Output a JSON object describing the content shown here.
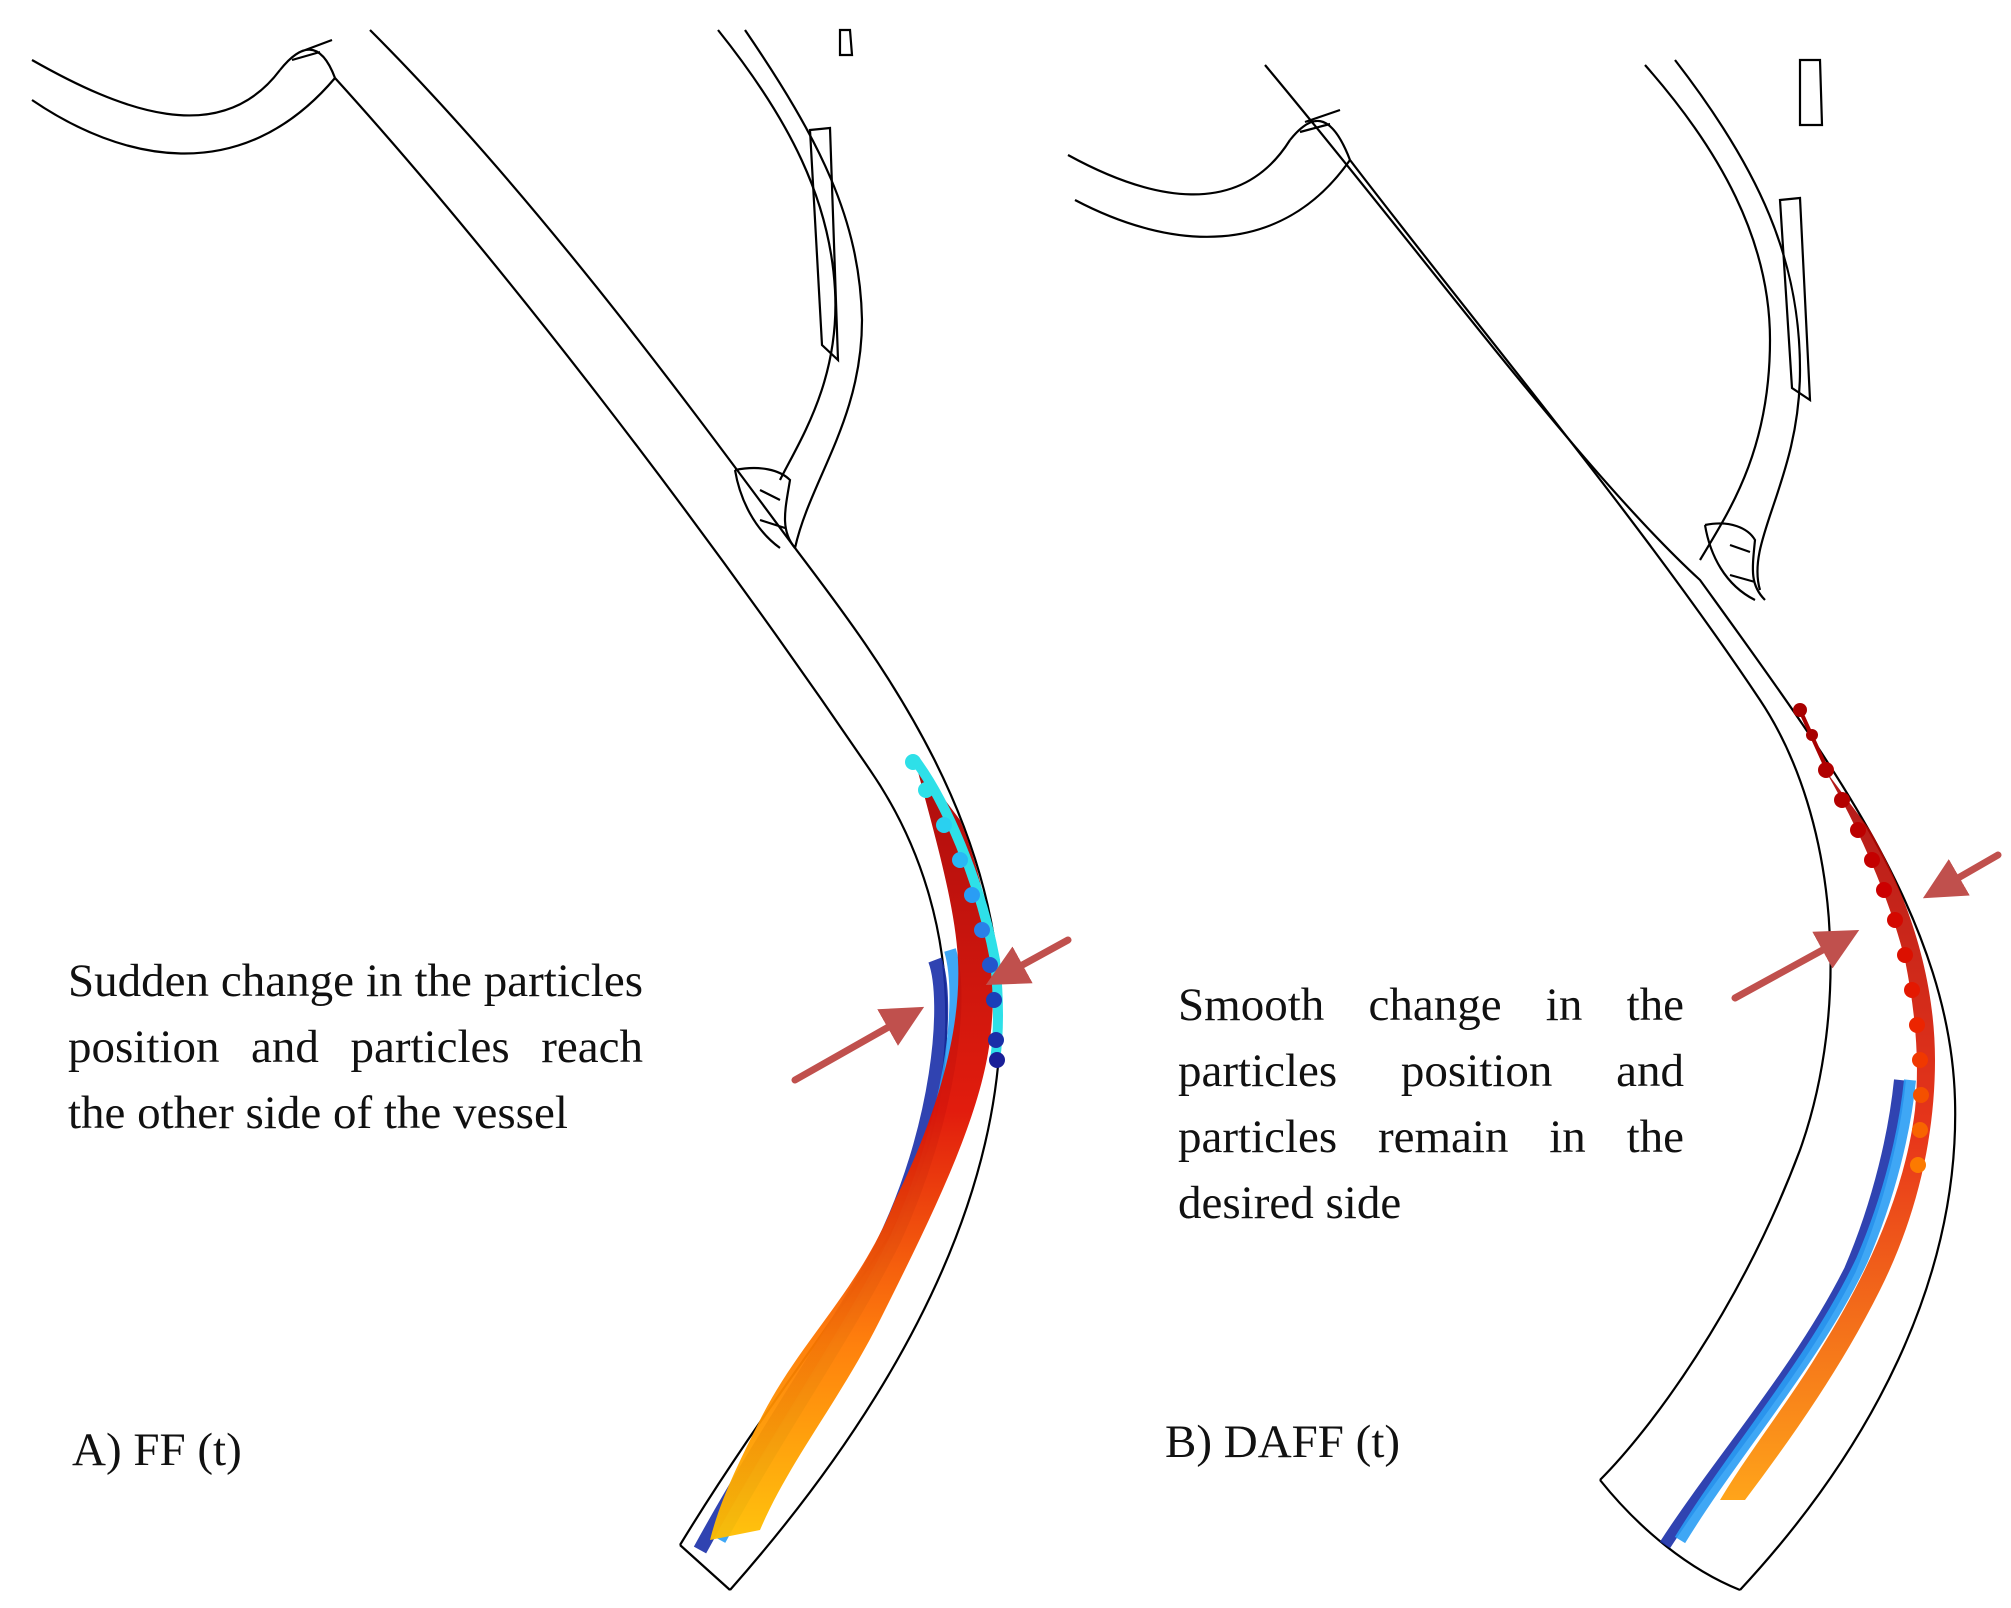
{
  "panels": [
    {
      "label": "A) FF (t)",
      "caption": "Sudden change in the particles position and particles reach the other side of the vessel"
    },
    {
      "label": "B) DAFF (t)",
      "caption": "Smooth change in the particles position and particles remain in the desired side"
    }
  ],
  "colors": {
    "vessel_outline": "#000000",
    "arrow": "#c0504d",
    "particle_hot": "#b00000",
    "particle_mid": "#ff6a00",
    "particle_cool": "#2a9df4",
    "particle_cold": "#1a2fa8"
  }
}
